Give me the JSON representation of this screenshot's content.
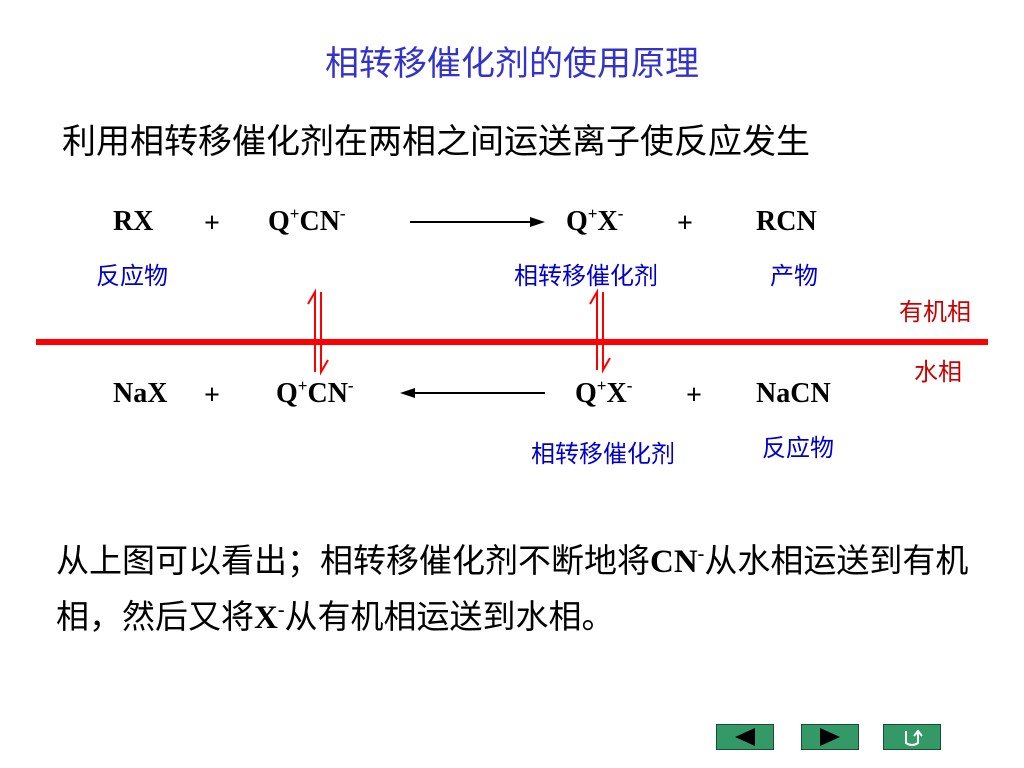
{
  "title": "相转移催化剂的使用原理",
  "subtitle": "利用相转移催化剂在两相之间运送离子使反应发生",
  "organic_row": {
    "rx": "RX",
    "plus1": "+",
    "qcn_q": "Q",
    "qcn_plus": "+",
    "qcn_cn": "CN",
    "qcn_minus": "-",
    "qx_q": "Q",
    "qx_plus": "+",
    "qx_x": "X",
    "qx_minus": "-",
    "plus2": "+",
    "rcn": "RCN"
  },
  "organic_labels": {
    "reactant": "反应物",
    "catalyst": "相转移催化剂",
    "product": "产物"
  },
  "phase_labels": {
    "organic": "有机相",
    "aqueous": "水相"
  },
  "aqueous_row": {
    "nax": "NaX",
    "plus1": "+",
    "qcn_q": "Q",
    "qcn_plus": "+",
    "qcn_cn": "CN",
    "qcn_minus": "-",
    "qx_q": "Q",
    "qx_plus": "+",
    "qx_x": "X",
    "qx_minus": "-",
    "plus2": "+",
    "nacn": "NaCN"
  },
  "aqueous_labels": {
    "catalyst": "相转移催化剂",
    "reactant": "反应物"
  },
  "conclusion": {
    "part1": "从上图可以看出；相转移催化剂不断地将",
    "cn": "CN",
    "cn_minus": "-",
    "part2": "从水相运送到有机相，然后又将",
    "x": "X",
    "x_minus": "-",
    "part3": "从有机相运送到水相。"
  },
  "colors": {
    "title": "#3333cc",
    "label_blue": "#0000cc",
    "phase_line": "#ff0000",
    "phase_label": "#cc0000",
    "nav_button": "#339966"
  },
  "nav": {
    "prev_icon": "triangle-left-icon",
    "next_icon": "triangle-right-icon",
    "return_icon": "return-arrow-icon"
  }
}
